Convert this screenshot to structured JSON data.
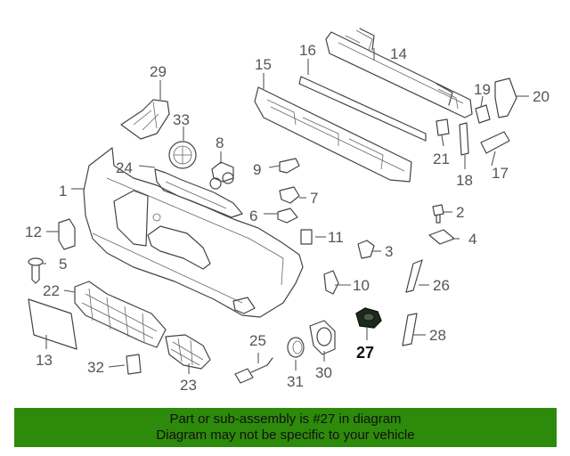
{
  "colors": {
    "banner_background": "#2e8a0a",
    "highlight_part": "#1c2a1c",
    "line_art": "#444444"
  },
  "callouts": {
    "c1": "1",
    "c2": "2",
    "c3": "3",
    "c4": "4",
    "c5": "5",
    "c6": "6",
    "c7": "7",
    "c8": "8",
    "c9": "9",
    "c10": "10",
    "c11": "11",
    "c12": "12",
    "c13": "13",
    "c14": "14",
    "c15": "15",
    "c16": "16",
    "c17": "17",
    "c18": "18",
    "c19": "19",
    "c20": "20",
    "c21": "21",
    "c22": "22",
    "c23": "23",
    "c24": "24",
    "c25": "25",
    "c26": "26",
    "c27": "27",
    "c28": "28",
    "c29": "29",
    "c30": "30",
    "c31": "31",
    "c32": "32",
    "c33": "33"
  },
  "highlighted_part": "27",
  "banner": {
    "line1": "Part or sub-assembly is #27 in diagram",
    "line2": "Diagram may not be specific to your vehicle"
  }
}
